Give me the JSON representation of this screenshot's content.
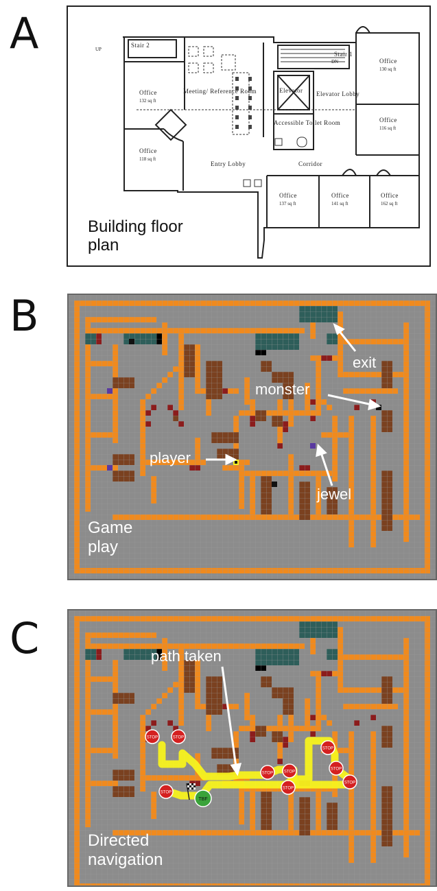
{
  "panels": [
    {
      "letter": "A",
      "caption": [
        "Building floor",
        "plan"
      ]
    },
    {
      "letter": "B",
      "caption": [
        "Game",
        "play"
      ]
    },
    {
      "letter": "C",
      "caption": [
        "Directed",
        "navigation"
      ]
    }
  ],
  "floor_plan": {
    "rooms": [
      {
        "name": "Stair 2"
      },
      {
        "name": "Office",
        "area": "132 sq ft"
      },
      {
        "name": "Meeting/ Reference Room"
      },
      {
        "name": "Office",
        "area": "118 sq ft"
      },
      {
        "name": "Entry Lobby"
      },
      {
        "name": "Elevator"
      },
      {
        "name": "Elevator Lobby"
      },
      {
        "name": "Stair 1"
      },
      {
        "name": "Accessible Toilet Room"
      },
      {
        "name": "Corridor"
      },
      {
        "name": "Office",
        "area": "130 sq ft"
      },
      {
        "name": "Office",
        "area": "116 sq ft"
      },
      {
        "name": "Office",
        "area": "137 sq ft"
      },
      {
        "name": "Office",
        "area": "141 sq ft"
      },
      {
        "name": "Office",
        "area": "162 sq ft"
      }
    ],
    "misc": {
      "up": "UP",
      "dn": "DN"
    }
  },
  "game_play": {
    "callouts": {
      "exit": "exit",
      "monster": "monster",
      "player": "player",
      "jewel": "jewel"
    }
  },
  "directed_navigation": {
    "callouts": {
      "path": "path taken"
    },
    "markers": {
      "stop": "STOP",
      "start": "TBF"
    }
  },
  "colors": {
    "wall": "#f08a1e",
    "floor": "#8c8c8c",
    "furniture": "#7a4120",
    "door": "#8b1c1c",
    "exit_block": "#2e5e5a",
    "path": "#f7f21e",
    "stop_marker": "#d42020",
    "start_marker": "#3aa33a",
    "jewel": "#5a3aa0"
  }
}
